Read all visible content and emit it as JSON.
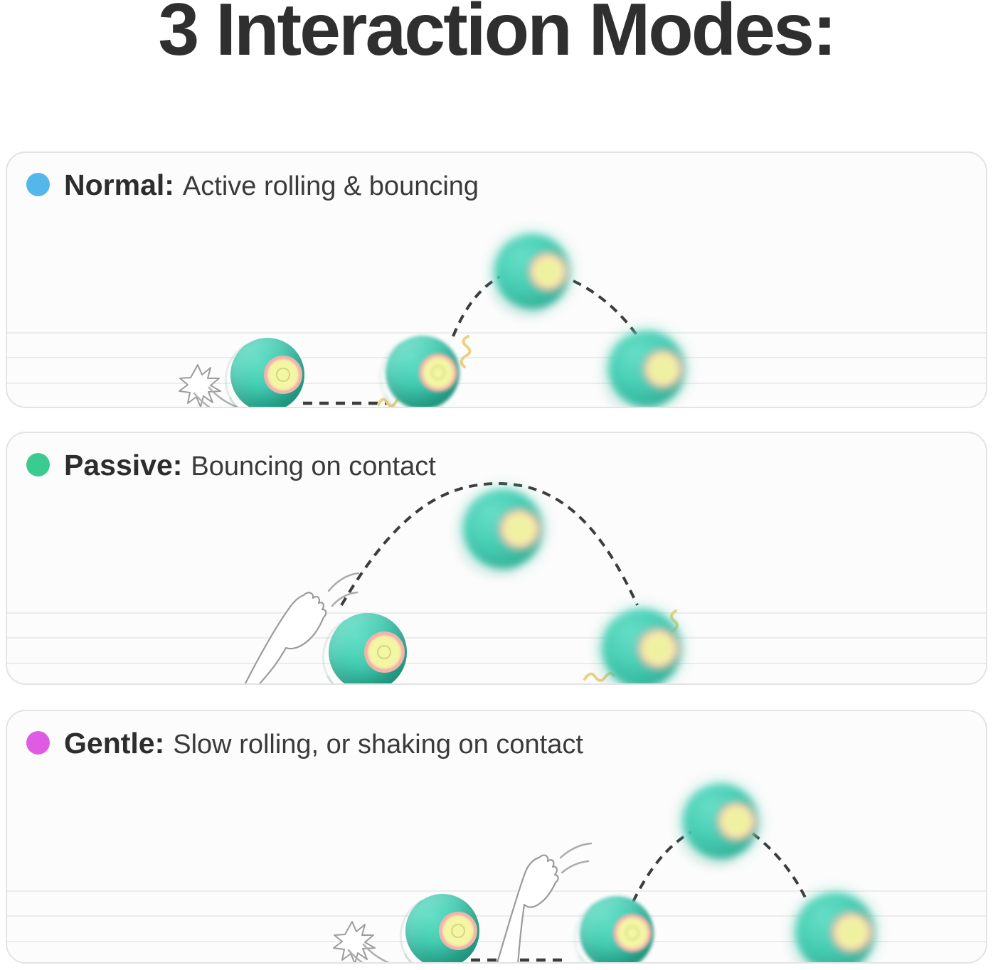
{
  "title": "3 Interaction Modes:",
  "modes": [
    {
      "id": "normal",
      "label": "Normal:",
      "description": "Active rolling & bouncing",
      "dot_color": "#54b7ea"
    },
    {
      "id": "passive",
      "label": "Passive:",
      "description": "Bouncing on contact",
      "dot_color": "#3acb90"
    },
    {
      "id": "gentle",
      "label": "Gentle:",
      "description": "Slow rolling, or shaking on contact",
      "dot_color": "#df5be4"
    }
  ],
  "illustration": {
    "ball_color": "#3fccb1",
    "ball_lens_ring_color": "#f2b3aa",
    "ball_lens_center_color": "#f2f6a2",
    "trajectory_color": "#3c3c3c",
    "impact_squiggle_color": "#ecd184",
    "paw_outline_color": "#9b9b9b",
    "panel_border_color": "#e3e3e3",
    "floor_line_color": "#ececec",
    "title_color": "#2f2f2f"
  }
}
